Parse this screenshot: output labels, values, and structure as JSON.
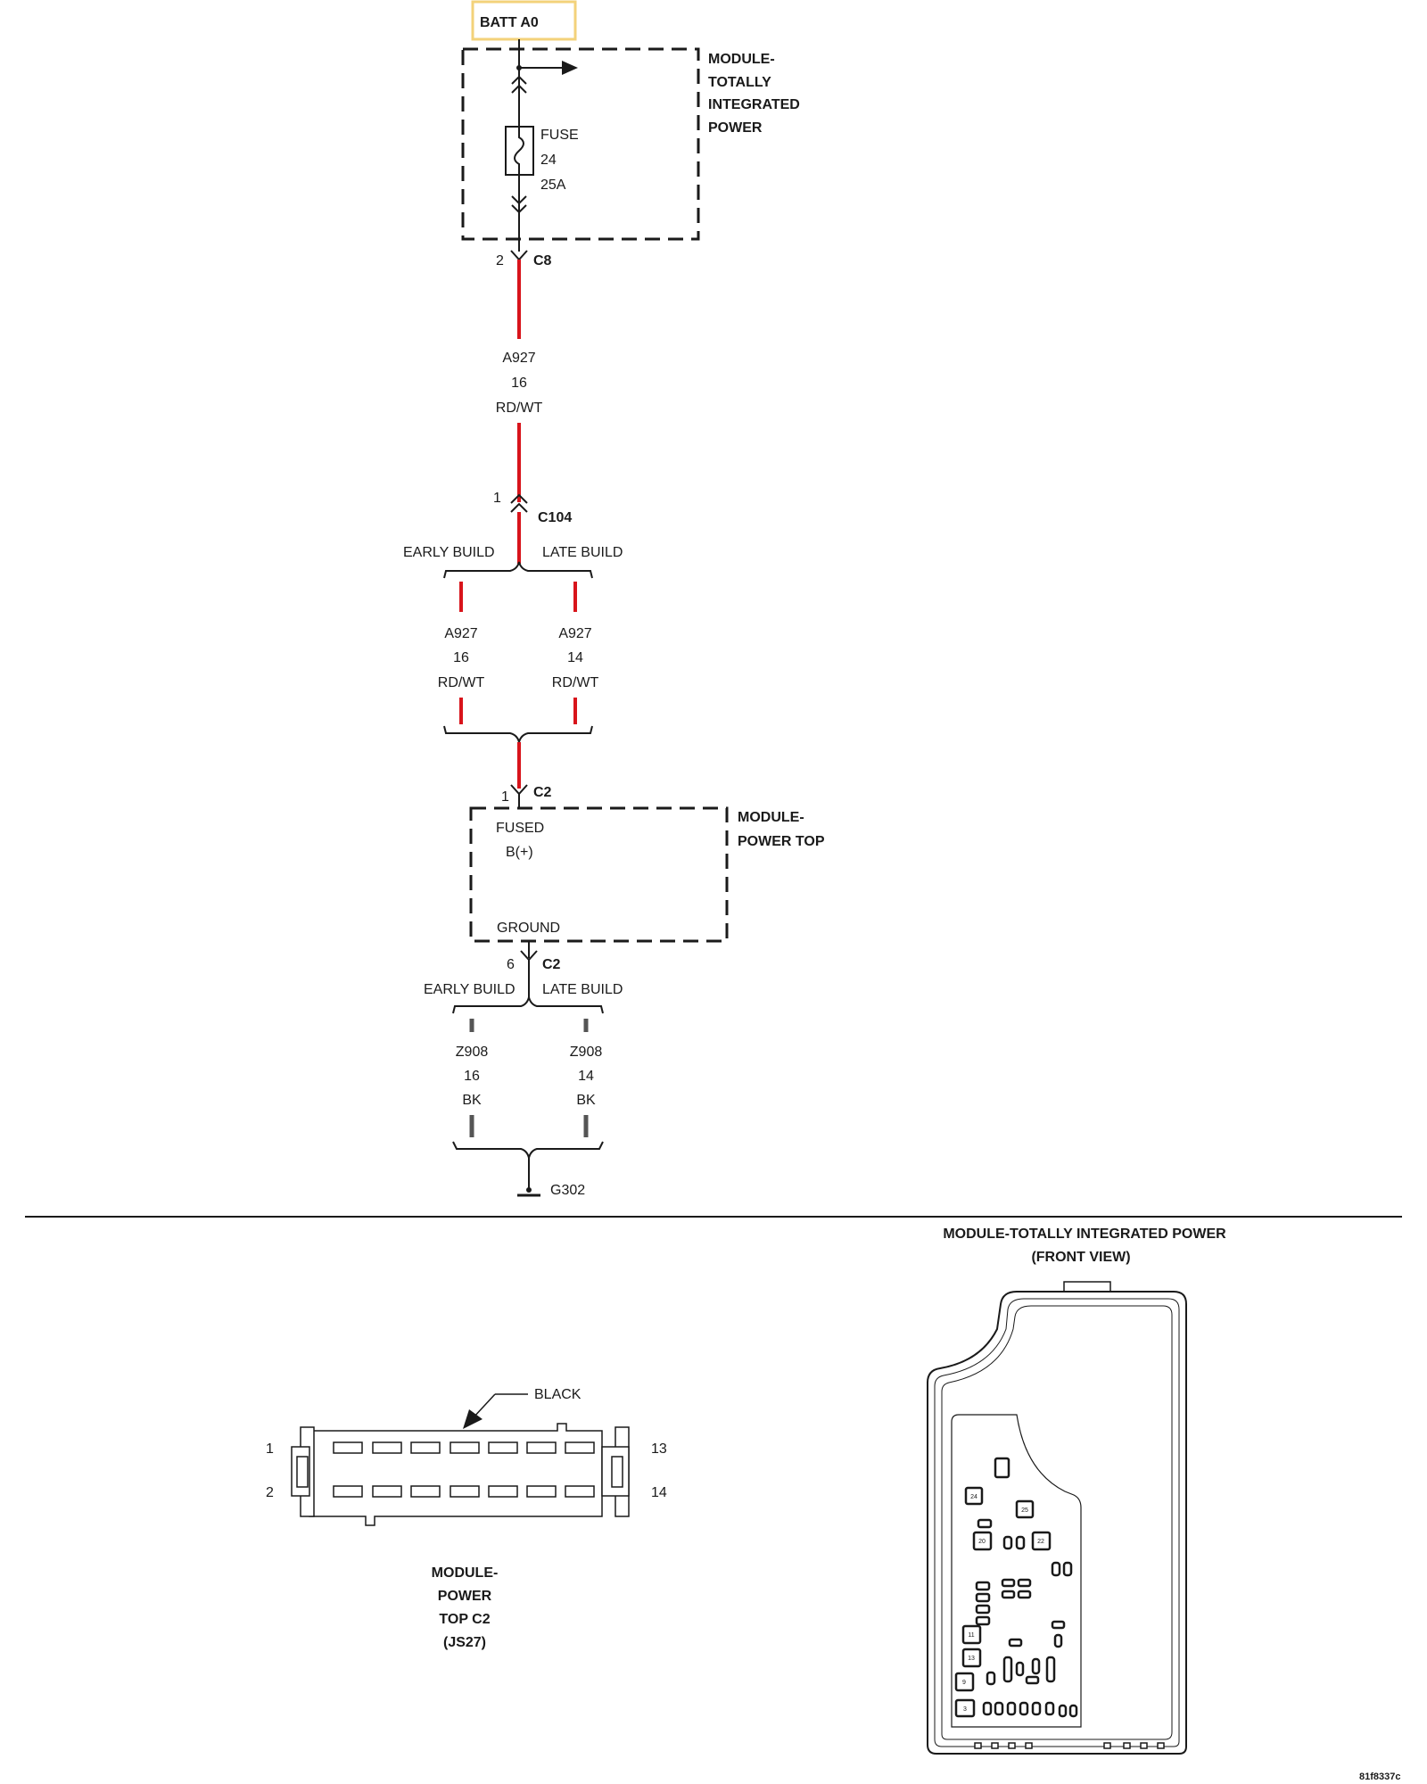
{
  "header": {
    "batt_label": "BATT A0"
  },
  "tipm": {
    "name_lines": [
      "MODULE-",
      "TOTALLY",
      "INTEGRATED",
      "POWER"
    ],
    "fuse_lines": [
      "FUSE",
      "24",
      "25A"
    ],
    "connector_pin": "2",
    "connector_name": "C8"
  },
  "wire_main": {
    "circuit": "A927",
    "gauge": "16",
    "color": "RD/WT"
  },
  "c104": {
    "pin": "1",
    "name": "C104"
  },
  "build_labels": {
    "early": "EARLY BUILD",
    "late": "LATE BUILD"
  },
  "wire_early": {
    "circuit": "A927",
    "gauge": "16",
    "color": "RD/WT"
  },
  "wire_late": {
    "circuit": "A927",
    "gauge": "14",
    "color": "RD/WT"
  },
  "power_top": {
    "in_pin": "1",
    "in_connector": "C2",
    "name_lines": [
      "MODULE-",
      "POWER TOP"
    ],
    "fused_lines": [
      "FUSED",
      "B(+)"
    ],
    "ground_label": "GROUND",
    "out_pin": "6",
    "out_connector": "C2"
  },
  "ground_wire_early": {
    "circuit": "Z908",
    "gauge": "16",
    "color": "BK"
  },
  "ground_wire_late": {
    "circuit": "Z908",
    "gauge": "14",
    "color": "BK"
  },
  "ground": {
    "name": "G302"
  },
  "connector_view": {
    "color_label": "BLACK",
    "pin_numbers": [
      "1",
      "2",
      "13",
      "14"
    ],
    "caption_lines": [
      "MODULE-",
      "POWER",
      "TOP C2",
      "(JS27)"
    ]
  },
  "tipm_view": {
    "title_lines": [
      "MODULE-TOTALLY INTEGRATED POWER",
      "(FRONT VIEW)"
    ],
    "slot_numbers": [
      "24",
      "25",
      "20",
      "22",
      "11",
      "13",
      "9",
      "3"
    ]
  },
  "figure_id": "81f8337c",
  "colors": {
    "wire_red": "#d8141b",
    "wire_black": "#555555",
    "batt_box": "#f3d27a",
    "line": "#1a1a1a"
  }
}
